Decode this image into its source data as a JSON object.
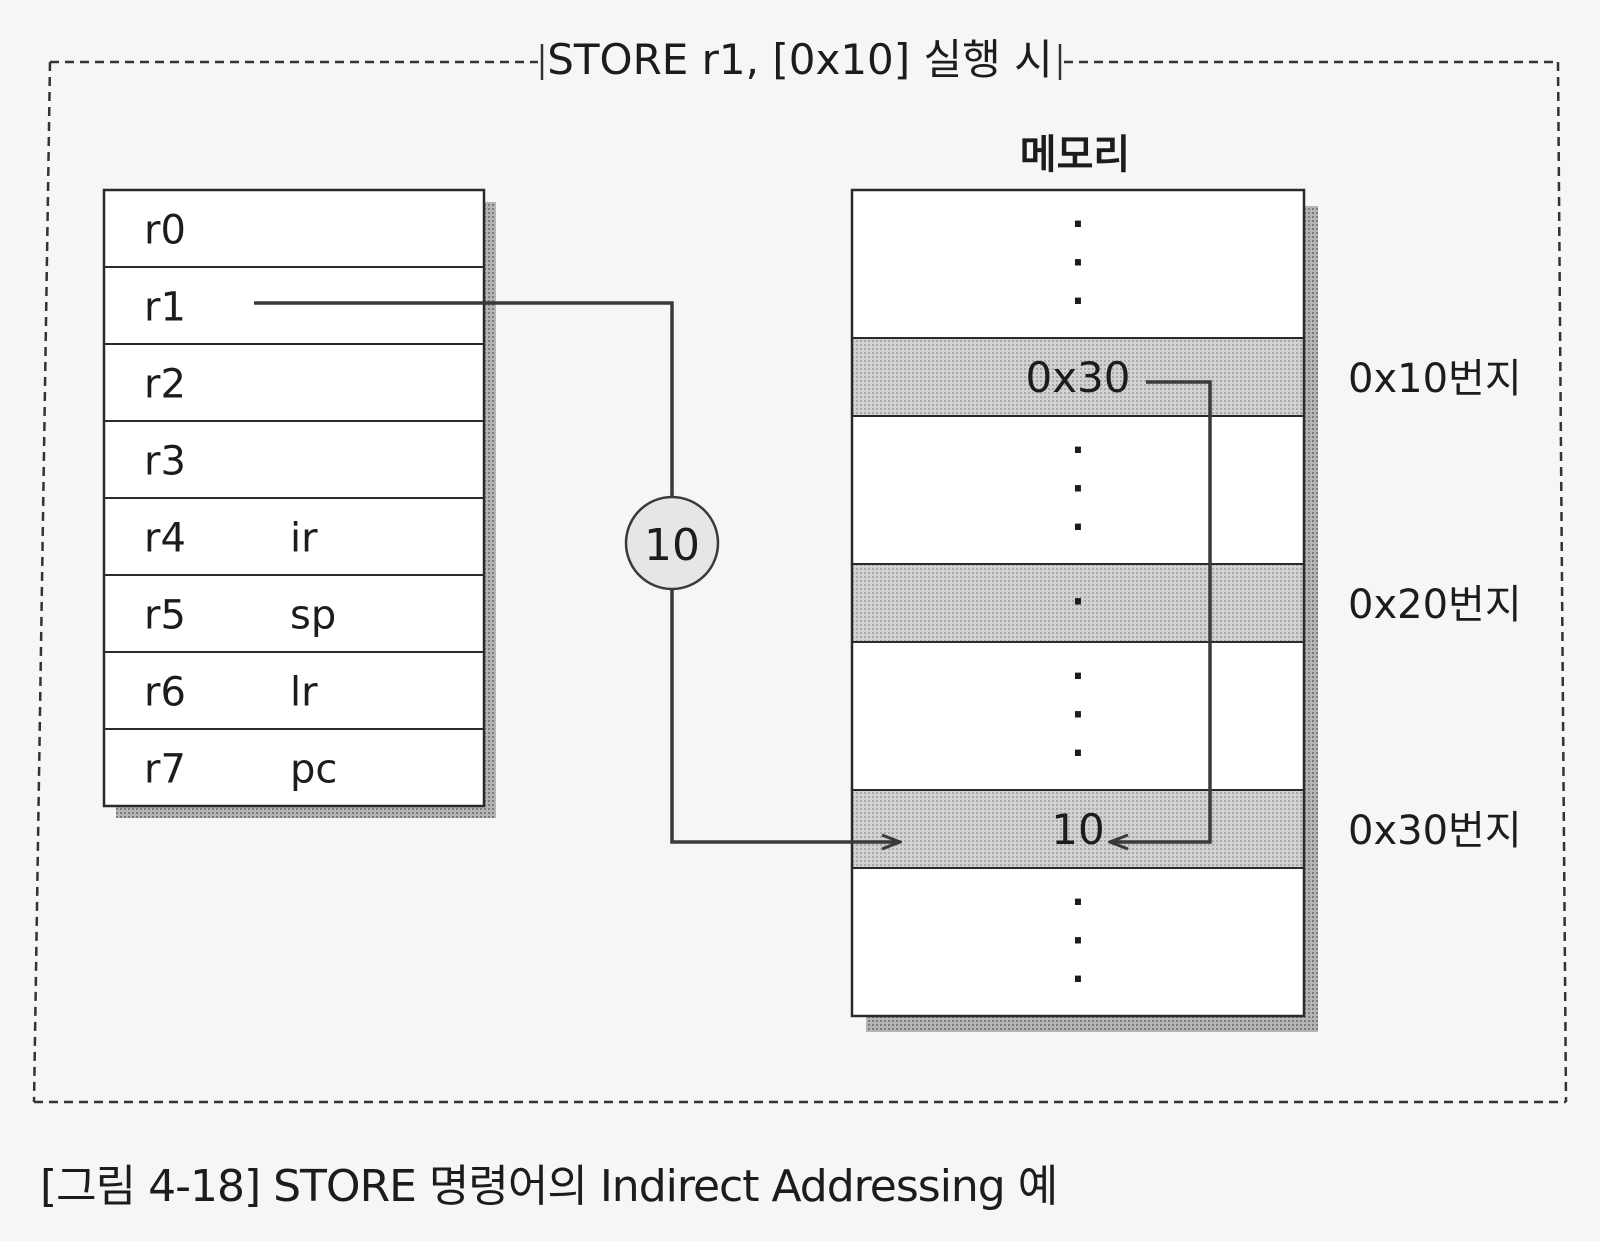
{
  "figure": {
    "title": "STORE r1, [0x10] 실행 시",
    "caption": "[그림 4-18] STORE 명령어의 Indirect Addressing 예"
  },
  "registers": {
    "rows": [
      {
        "name": "r0",
        "alias": ""
      },
      {
        "name": "r1",
        "alias": ""
      },
      {
        "name": "r2",
        "alias": ""
      },
      {
        "name": "r3",
        "alias": ""
      },
      {
        "name": "r4",
        "alias": "ir"
      },
      {
        "name": "r5",
        "alias": "sp"
      },
      {
        "name": "r6",
        "alias": "lr"
      },
      {
        "name": "r7",
        "alias": "pc"
      }
    ]
  },
  "transfer": {
    "value": "10"
  },
  "memory": {
    "title": "메모리",
    "dot_glyph": "·",
    "cells": [
      {
        "kind": "gap",
        "dots": 3,
        "content": "",
        "address": ""
      },
      {
        "kind": "slot",
        "dots": 0,
        "content": "0x30",
        "address": "0x10번지"
      },
      {
        "kind": "gap",
        "dots": 3,
        "content": "",
        "address": ""
      },
      {
        "kind": "slot",
        "dots": 1,
        "content": "",
        "address": "0x20번지"
      },
      {
        "kind": "gap",
        "dots": 3,
        "content": "",
        "address": ""
      },
      {
        "kind": "slot",
        "dots": 0,
        "content": "10",
        "address": "0x30번지"
      },
      {
        "kind": "gap",
        "dots": 3,
        "content": "",
        "address": ""
      }
    ]
  },
  "colors": {
    "slot_fill": "#c9c9c9",
    "shadow": "#9a9a9a",
    "line": "#3a3a3a",
    "circle_fill": "#e6e6e6"
  }
}
